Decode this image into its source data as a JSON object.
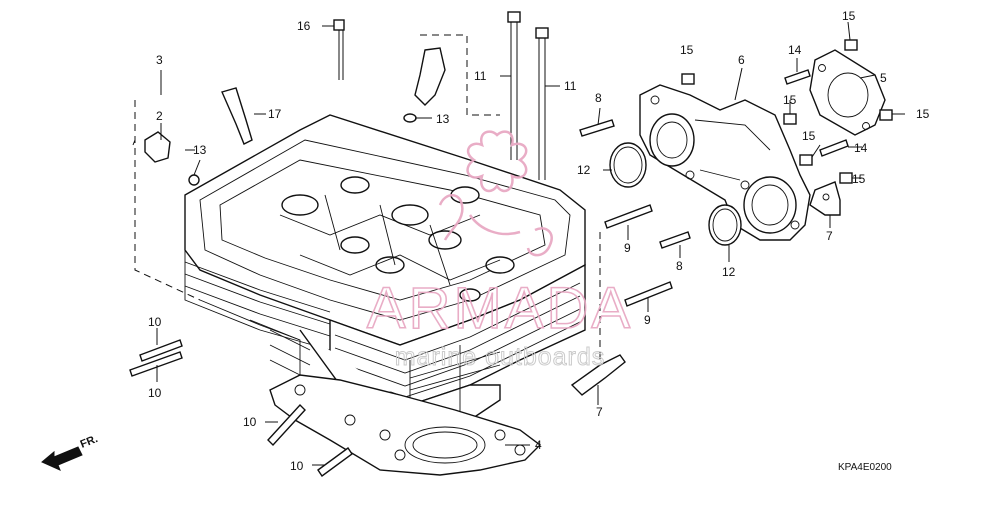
{
  "diagram": {
    "callouts": {
      "c3": "3",
      "c2": "2",
      "c17": "17",
      "c13a": "13",
      "c13b": "13",
      "c16": "16",
      "c11a": "11",
      "c11b": "11",
      "c15a": "15",
      "c6": "6",
      "c8a": "8",
      "c12a": "12",
      "c14a": "14",
      "c15b": "15",
      "c15c": "15",
      "c5": "5",
      "c15d": "15",
      "c15e": "15",
      "c14b": "14",
      "c15f": "15",
      "c7a": "7",
      "c9a": "9",
      "c12b": "12",
      "c8b": "8",
      "c9b": "9",
      "c10a": "10",
      "c10b": "10",
      "c10c": "10",
      "c10d": "10",
      "c7b": "7",
      "c4": "4"
    },
    "front_arrow_label": "FR.",
    "part_code": "KPA4E0200",
    "watermark": {
      "brand": "ARMADA",
      "tagline": "marine outboards",
      "brand_color": "#e8a9c4"
    }
  }
}
